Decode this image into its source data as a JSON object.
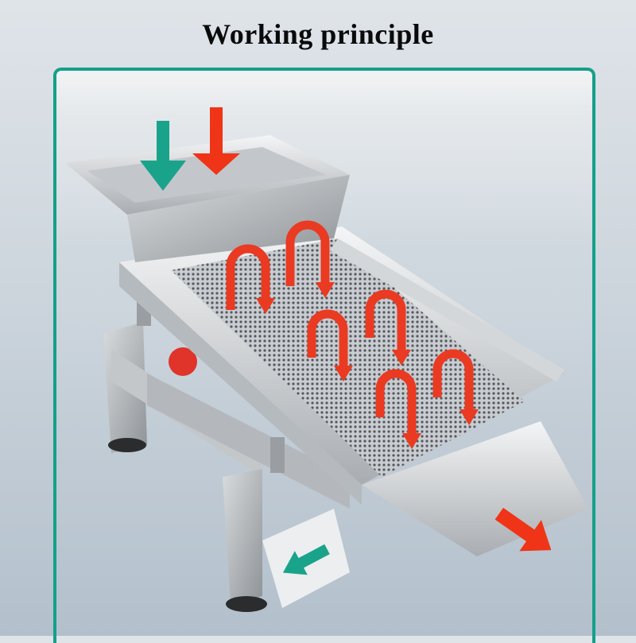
{
  "title": "Working principle",
  "colors": {
    "frame_border": "#14a08a",
    "inlet_teal_arrow": "#1aa38b",
    "inlet_red_arrow": "#f03417",
    "flow_arrows": "#ea3a22",
    "background": "#b6c3ce"
  },
  "illustration": {
    "subject": "linear vibrating screen machine (stainless steel)",
    "inlet_arrows": [
      "teal-down-arrow",
      "red-down-arrow"
    ],
    "screen_flow_arrows_count": 6,
    "outlets": [
      {
        "name": "fine-outlet",
        "arrow_color": "teal",
        "direction": "down-left"
      },
      {
        "name": "coarse-outlet",
        "arrow_color": "red",
        "direction": "down-right"
      }
    ]
  }
}
